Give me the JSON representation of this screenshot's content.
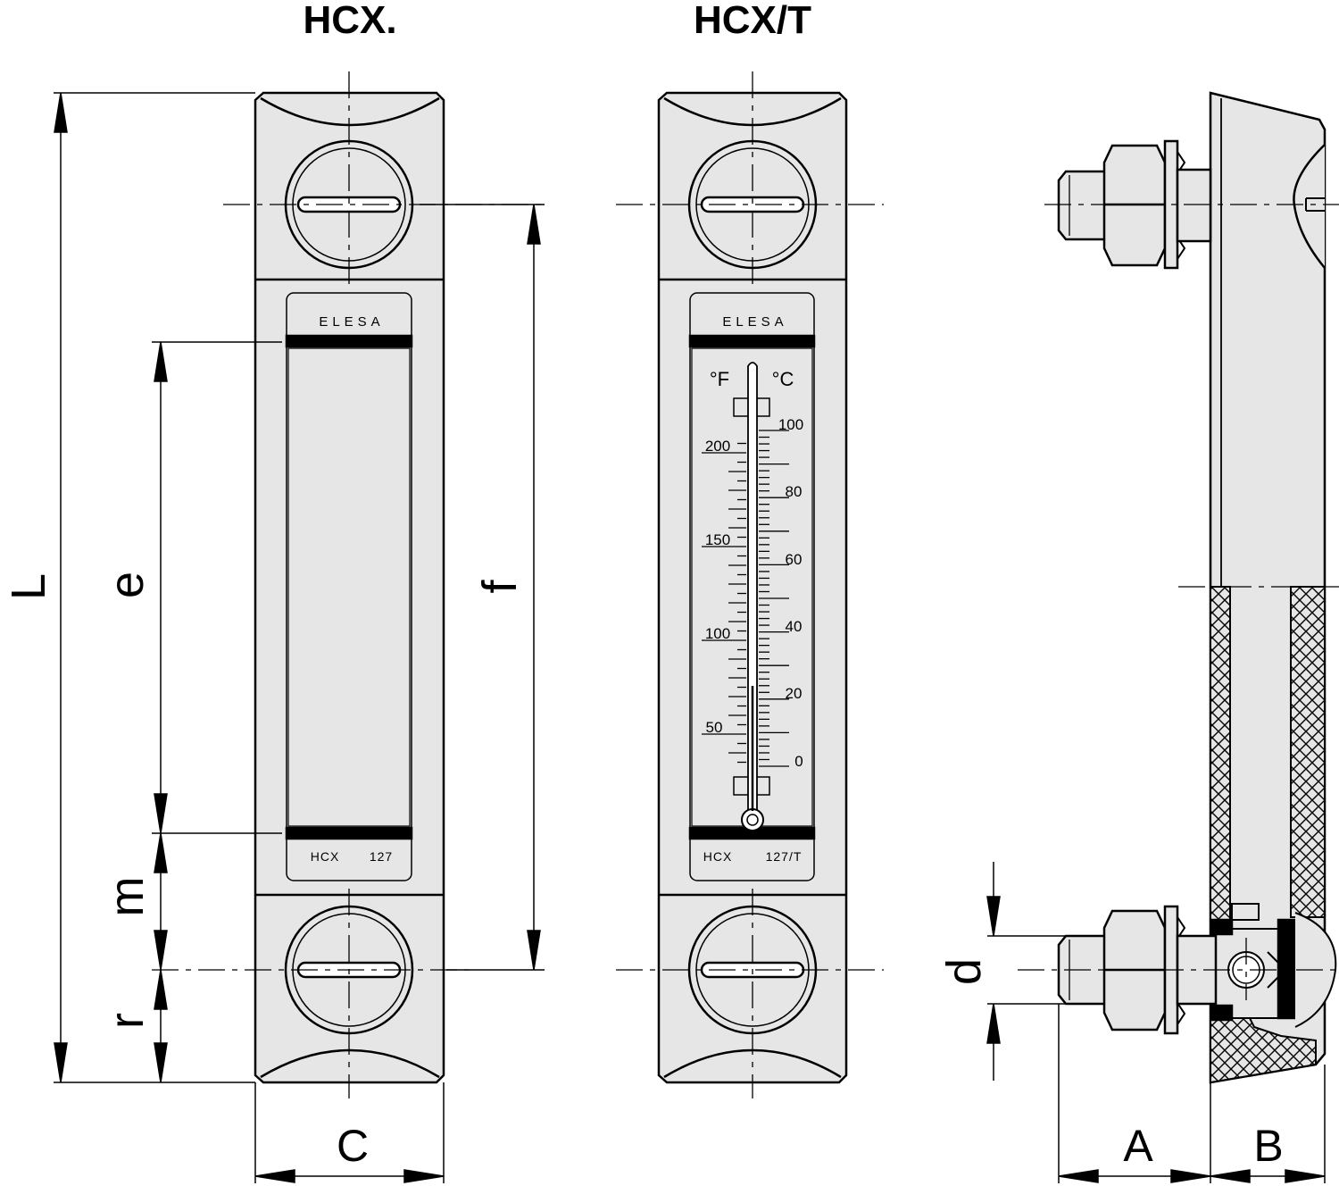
{
  "views": {
    "left_title": "HCX.",
    "middle_title": "HCX/T"
  },
  "labels": {
    "brand": "ELESA",
    "left_model_a": "HCX",
    "left_model_b": "127",
    "right_model_a": "HCX",
    "right_model_b": "127/T"
  },
  "dimensions": {
    "L": "L",
    "e": "e",
    "m": "m",
    "r": "r",
    "f": "f",
    "C": "C",
    "d": "d",
    "A": "A",
    "B": "B"
  },
  "thermometer": {
    "unit_f": "°F",
    "unit_c": "°C",
    "fahrenheit_labels": [
      "200",
      "150",
      "100",
      "50"
    ],
    "celsius_labels": [
      "100",
      "80",
      "60",
      "40",
      "20",
      "0"
    ]
  },
  "colors": {
    "body_fill": "#e6e6e6",
    "line": "#000000"
  }
}
